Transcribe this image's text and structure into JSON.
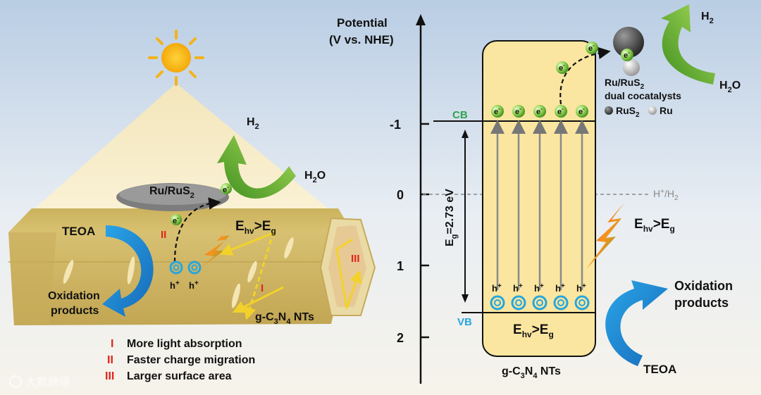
{
  "left_panel": {
    "h2": "H",
    "h2_sub": "2",
    "h2o": "H",
    "h2o_sub": "2",
    "h2o_tail": "O",
    "cocatalyst": "Ru/RuS",
    "cocatalyst_sub": "2",
    "electron": "e",
    "electron_sup": "-",
    "hole": "h",
    "hole_sup": "+",
    "teoa": "TEOA",
    "oxidation_line1": "Oxidation",
    "oxidation_line2": "products",
    "ehv": "E",
    "ehv_sub": "hv",
    "gt": ">E",
    "eg_sub": "g",
    "tube": "g-C",
    "tube_sub1": "3",
    "tube_mid": "N",
    "tube_sub2": "4",
    "tube_tail": " NTs",
    "roman1": "I",
    "roman2": "II",
    "roman3": "III"
  },
  "legend": {
    "items": [
      {
        "numeral": "I",
        "text": "More light absorption"
      },
      {
        "numeral": "II",
        "text": "Faster charge migration"
      },
      {
        "numeral": "III",
        "text": "Larger surface area"
      }
    ]
  },
  "watermark": "大数跨境",
  "right_panel": {
    "axis_title_line1": "Potential",
    "axis_title_line2": "(V vs. NHE)",
    "ticks": [
      "-1",
      "0",
      "1",
      "2"
    ],
    "cb": "CB",
    "vb": "VB",
    "h_ref": "H",
    "h_ref_sup": "+",
    "h_ref_tail": "/H",
    "h_ref_sub": "2",
    "band_gap": "E",
    "band_gap_sub": "g",
    "band_gap_value": "=2.73 eV",
    "dual_line1": "Ru/RuS",
    "dual_line1_sub": "2",
    "dual_line2": "dual cocatalysts",
    "rus2_label": "RuS",
    "rus2_sub": "2",
    "ru_label": "Ru",
    "h2": "H",
    "h2_sub": "2",
    "h2o": "H",
    "h2o_sub": "2",
    "h2o_tail": "O",
    "ehv": "E",
    "ehv_sub": "hv",
    "gt": ">E",
    "eg_sub": "g",
    "oxidation_line1": "Oxidation",
    "oxidation_line2": "products",
    "teoa": "TEOA",
    "tube": "g-C",
    "tube_sub1": "3",
    "tube_mid": "N",
    "tube_sub2": "4",
    "tube_tail": " NTs",
    "electron": "e",
    "electron_sup": "-",
    "hole": "h",
    "hole_sup": "+"
  },
  "colors": {
    "tube_fill": "#d9c26e",
    "band_box": "#fae6a0",
    "green_arrow": "#6fb23a",
    "blue_arrow": "#1e8ed8",
    "roman_red": "#e0241b",
    "cb_green": "#2ea44f",
    "vb_blue": "#27a6dc"
  }
}
